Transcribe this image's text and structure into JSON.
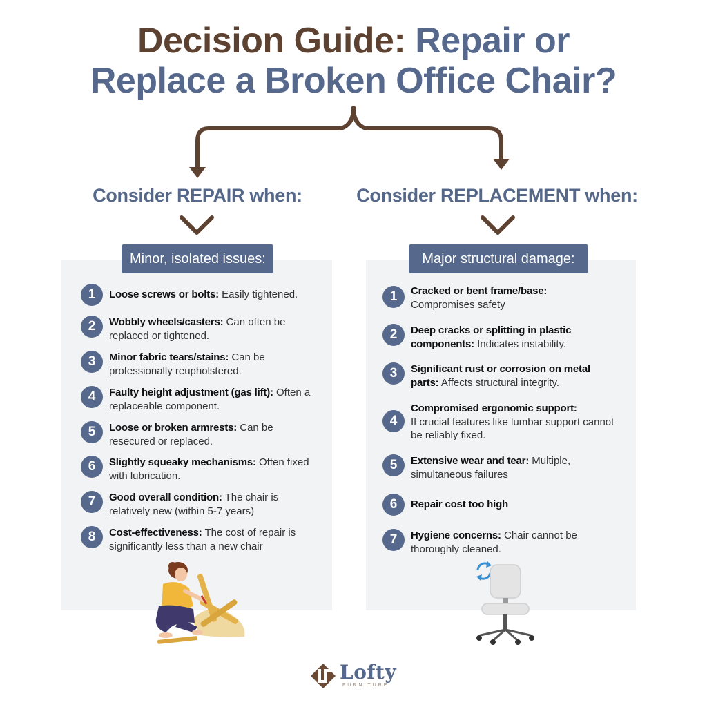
{
  "title": {
    "part1": "Decision Guide:",
    "part2": "Repair or",
    "line2": "Replace a Broken Office Chair?"
  },
  "repair": {
    "heading": "Consider REPAIR when:",
    "tag": "Minor, isolated issues:",
    "items": [
      {
        "n": "1",
        "title": "Loose screws or bolts:",
        "desc": " Easily tightened."
      },
      {
        "n": "2",
        "title": "Wobbly wheels/casters:",
        "desc": " Can often be replaced or tightened."
      },
      {
        "n": "3",
        "title": "Minor fabric tears/stains:",
        "desc": " Can be professionally reupholstered."
      },
      {
        "n": "4",
        "title": "Faulty height adjustment (gas lift):",
        "desc": " Often a replaceable component."
      },
      {
        "n": "5",
        "title": "Loose or broken armrests:",
        "desc": " Can be resecured or replaced."
      },
      {
        "n": "6",
        "title": "Slightly squeaky mechanisms:",
        "desc": " Often fixed with lubrication."
      },
      {
        "n": "7",
        "title": "Good overall condition:",
        "desc": " The chair is relatively new (within 5-7 years)"
      },
      {
        "n": "8",
        "title": "Cost-effectiveness:",
        "desc": " The cost of repair is significantly less than a new chair"
      }
    ]
  },
  "replace": {
    "heading": "Consider REPLACEMENT when:",
    "tag": "Major structural damage:",
    "items": [
      {
        "n": "1",
        "title": "Cracked or bent frame/base:",
        "desc": " Compromises safety"
      },
      {
        "n": "2",
        "title": "Deep cracks or splitting in plastic components:",
        "desc": " Indicates instability."
      },
      {
        "n": "3",
        "title": "Significant rust or corrosion on metal parts:",
        "desc": " Affects structural integrity."
      },
      {
        "n": "4",
        "title": "Compromised ergonomic support:",
        "desc": " If crucial features like lumbar support cannot be reliably fixed."
      },
      {
        "n": "5",
        "title": "Extensive wear and tear:",
        "desc": " Multiple, simultaneous failures"
      },
      {
        "n": "6",
        "title": "Repair cost too high",
        "desc": ""
      },
      {
        "n": "7",
        "title": "Hygiene concerns:",
        "desc": " Chair cannot be thoroughly cleaned."
      }
    ]
  },
  "logo": {
    "name": "Lofty",
    "sub": "FURNITURE"
  },
  "colors": {
    "brown": "#5d4231",
    "blue": "#56698c",
    "panel": "#f2f3f5"
  }
}
